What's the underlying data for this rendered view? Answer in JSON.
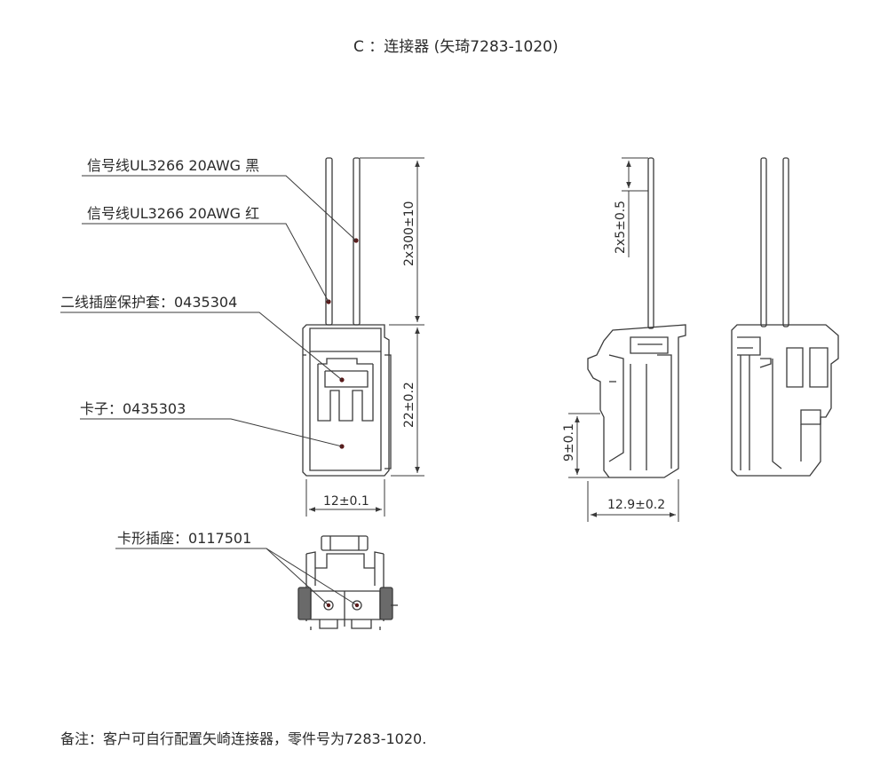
{
  "title": "C ：连接器 (矢琦7283-1020)",
  "callouts": {
    "wire_black": "信号线UL3266 20AWG 黑",
    "wire_red": "信号线UL3266 20AWG 红",
    "sleeve": "二线插座保护套：0435304",
    "clip": "卡子：0435303",
    "socket": "卡形插座：0117501"
  },
  "dimensions": {
    "wire_length": "2x300±10",
    "body_height": "22±0.2",
    "body_width": "12±0.1",
    "strip_length": "2x5±0.5",
    "side_height": "9±0.1",
    "side_depth": "12.9±0.2"
  },
  "note": "备注：客户可自行配置矢崎连接器，零件号为7283-1020.",
  "colors": {
    "line": "#3a3a3a",
    "callout_dot": "#5a1a1a"
  }
}
